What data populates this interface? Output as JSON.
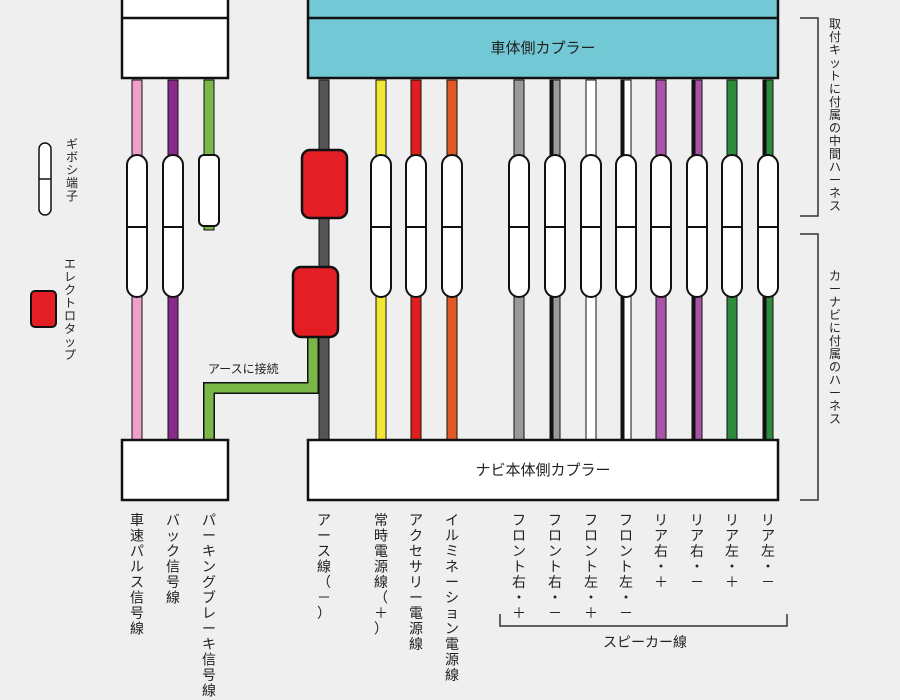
{
  "couplers": {
    "body": "車体側カプラー",
    "navi": "ナビ本体側カプラー"
  },
  "legend": {
    "gibosi": "ギボシ端子",
    "electrotap": "エレクトロタップ"
  },
  "annotations": {
    "ground_connect": "アースに接続",
    "kit_harness": "取付キットに付属の中間ハーネス",
    "navi_harness": "カーナビに付属のハーネス",
    "speaker": "スピーカー線"
  },
  "wires": [
    {
      "id": "speed",
      "label": "車速パルス信号線",
      "color": "#f0a0c8",
      "stripe": ""
    },
    {
      "id": "back",
      "label": "バック信号線",
      "color": "#8a2a8a",
      "stripe": ""
    },
    {
      "id": "parking",
      "label": "パーキングブレーキ信号線",
      "color": "#7ab648",
      "stripe": ""
    },
    {
      "id": "ground",
      "label": "アース線（－）",
      "color": "#555555",
      "stripe": ""
    },
    {
      "id": "constant",
      "label": "常時電源線（＋）",
      "color": "#f2e834",
      "stripe": ""
    },
    {
      "id": "acc",
      "label": "アクセサリー電源線",
      "color": "#e0201e",
      "stripe": ""
    },
    {
      "id": "illumi",
      "label": "イルミネーション電源線",
      "color": "#e05a28",
      "stripe": ""
    },
    {
      "id": "fr_plus",
      "label": "フロント右・＋",
      "color": "#9a9a9a",
      "stripe": ""
    },
    {
      "id": "fr_minus",
      "label": "フロント右・－",
      "color": "#9a9a9a",
      "stripe": "#111111"
    },
    {
      "id": "fl_plus",
      "label": "フロント左・＋",
      "color": "#ffffff",
      "stripe": ""
    },
    {
      "id": "fl_minus",
      "label": "フロント左・－",
      "color": "#ffffff",
      "stripe": "#111111"
    },
    {
      "id": "rr_plus",
      "label": "リア右・＋",
      "color": "#a855a8",
      "stripe": ""
    },
    {
      "id": "rr_minus",
      "label": "リア右・－",
      "color": "#a855a8",
      "stripe": "#111111"
    },
    {
      "id": "rl_plus",
      "label": "リア左・＋",
      "color": "#2e8b3e",
      "stripe": ""
    },
    {
      "id": "rl_minus",
      "label": "リア左・－",
      "color": "#2e8b3e",
      "stripe": "#111111"
    }
  ],
  "colors": {
    "body_coupler": "#72c8d4",
    "electrotap": "#e31e24"
  }
}
